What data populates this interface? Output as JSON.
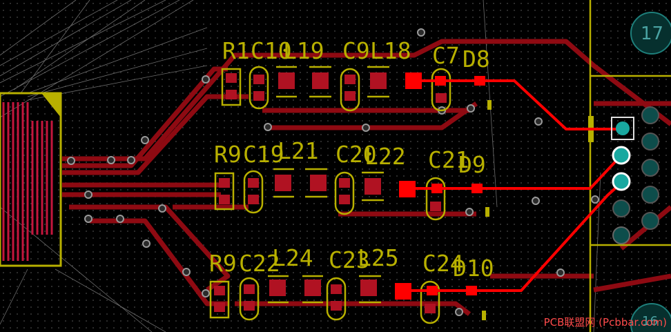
{
  "pcb": {
    "designators": [
      "R1",
      "C10",
      "L19",
      "C9",
      "L18",
      "C7",
      "D8",
      "R9",
      "C19",
      "L21",
      "C20",
      "L22",
      "C21",
      "D9",
      "R9",
      "C22",
      "L24",
      "C23",
      "L25",
      "C24",
      "D10"
    ],
    "pin_labels": {
      "top": "17",
      "bottom": "16"
    },
    "watermark": "PCB联盟网 (Pcbbar.com)"
  },
  "colors": {
    "background": "#000000",
    "inner_trace": "#8e0a12",
    "top_trace": "#ff0000",
    "silkscreen": "#b8b000",
    "pad_teal": "#19a8a0",
    "via": "#9a9a9a"
  }
}
